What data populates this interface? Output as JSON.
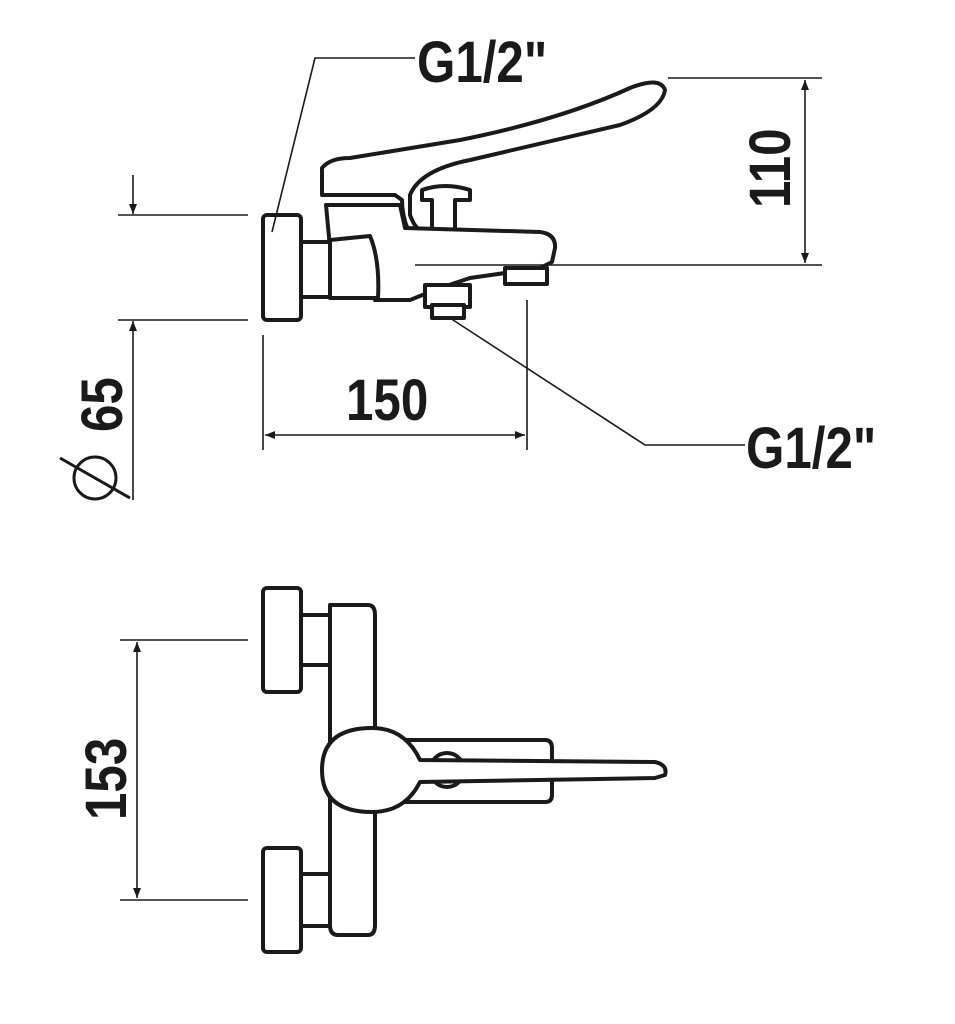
{
  "drawing": {
    "title": "Bath mixer dimension drawing",
    "labels": {
      "inlet_thread": "G1/2\"",
      "outlet_thread": "G1/2\"",
      "height": "110",
      "diameter": "65",
      "projection": "150",
      "centre_distance": "153"
    },
    "line_color": "#1a1a1a"
  }
}
